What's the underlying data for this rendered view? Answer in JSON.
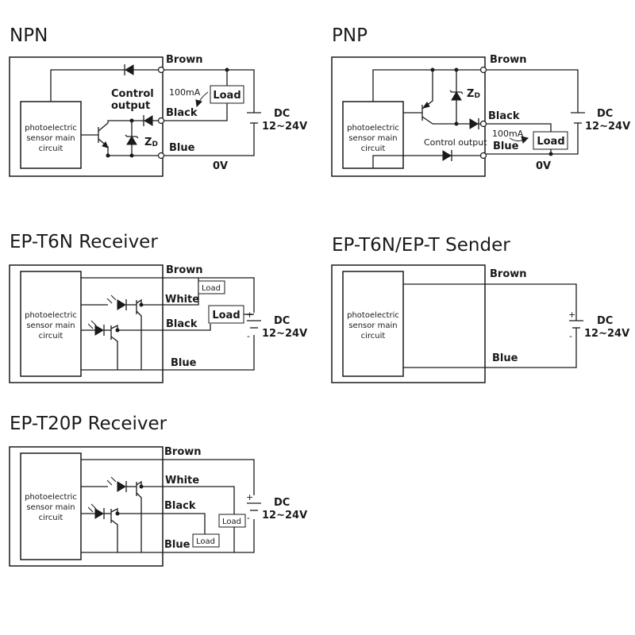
{
  "npn": {
    "title": "NPN",
    "circuit": "photoelectric sensor main circuit",
    "brown": "Brown",
    "black": "Black",
    "blue": "Blue",
    "control_output": "Control output",
    "current": "100mA",
    "load": "Load",
    "zd": "ZD",
    "dc": "DC",
    "voltage": "12~24V",
    "zero_v": "0V"
  },
  "pnp": {
    "title": "PNP",
    "circuit": "photoelectric sensor main circuit",
    "brown": "Brown",
    "black": "Black",
    "blue": "Blue",
    "control_output": "Control output",
    "current": "100mA",
    "load": "Load",
    "zd": "ZD",
    "dc": "DC",
    "voltage": "12~24V",
    "zero_v": "0V"
  },
  "t6n_receiver": {
    "title": "EP-T6N Receiver",
    "circuit": "photoelectric sensor main circuit",
    "brown": "Brown",
    "white": "White",
    "black": "Black",
    "blue": "Blue",
    "load_small": "Load",
    "load_large": "Load",
    "plus": "+",
    "minus": "-",
    "dc": "DC",
    "voltage": "12~24V"
  },
  "sender": {
    "title": "EP-T6N/EP-T Sender",
    "circuit": "photoelectric sensor main circuit",
    "brown": "Brown",
    "blue": "Blue",
    "plus": "+",
    "minus": "-",
    "dc": "DC",
    "voltage": "12~24V"
  },
  "t20p_receiver": {
    "title": "EP-T20P Receiver",
    "circuit": "photoelectric sensor main circuit",
    "brown": "Brown",
    "white": "White",
    "black": "Black",
    "blue": "Blue",
    "load_upper": "Load",
    "load_lower": "Load",
    "plus": "+",
    "minus": "-",
    "dc": "DC",
    "voltage": "12~24V"
  }
}
